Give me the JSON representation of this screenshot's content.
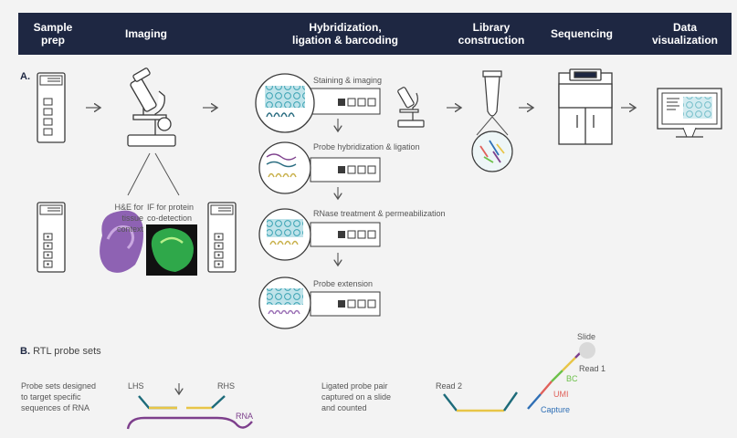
{
  "header": {
    "stages": [
      {
        "line1": "Sample",
        "line2": "prep"
      },
      {
        "line1": "Imaging",
        "line2": ""
      },
      {
        "line1": "Hybridization,",
        "line2": "ligation & barcoding"
      },
      {
        "line1": "Library",
        "line2": "construction"
      },
      {
        "line1": "Sequencing",
        "line2": ""
      },
      {
        "line1": "Data",
        "line2": "visualization"
      }
    ]
  },
  "section_a": {
    "letter": "A."
  },
  "imaging": {
    "he_label_1": "H&E for",
    "he_label_2": "tissue context",
    "if_label_1": "IF for protein",
    "if_label_2": "co-detection"
  },
  "steps": [
    {
      "label": "Staining & imaging"
    },
    {
      "label": "Probe hybridization & ligation"
    },
    {
      "label": "RNase treatment & permeabilization"
    },
    {
      "label": "Probe extension"
    }
  ],
  "section_b": {
    "letter": "B.",
    "title": "RTL probe sets"
  },
  "probe_sets": {
    "desc_1": "Probe sets designed",
    "desc_2": "to target specific",
    "desc_3": "sequences of RNA",
    "lhs": "LHS",
    "rhs": "RHS",
    "rna": "RNA"
  },
  "ligated": {
    "desc_1": "Ligated probe pair",
    "desc_2": "captured on a slide",
    "desc_3": "and counted",
    "read2": "Read 2",
    "slide": "Slide",
    "read1": "Read 1",
    "bc": "BC",
    "umi": "UMI",
    "capture": "Capture"
  },
  "colors": {
    "header_bg": "#1e2742",
    "yellow": "#e8c547",
    "teal": "#1d6b7a",
    "purple": "#7d3f8c",
    "green": "#6cc04a",
    "red": "#e0605a",
    "blue": "#2f6fb5"
  }
}
